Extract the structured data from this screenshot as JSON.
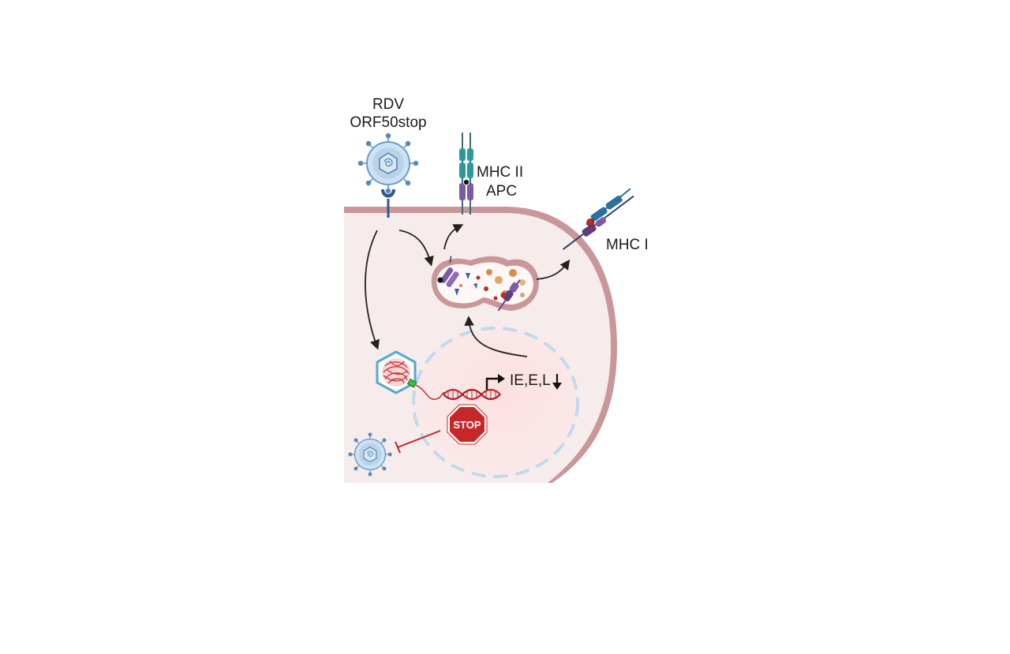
{
  "labels": {
    "virus_line1": "RDV",
    "virus_line2": "ORF50stop",
    "mhc2_line1": "MHC II",
    "mhc2_line2": "APC",
    "mhc1": "MHC I",
    "genes": "IE,E,L",
    "stop": "STOP"
  },
  "colors": {
    "membrane": "#c9979a",
    "cytoplasm": "#f7ecec",
    "nucleus": "#fbe3e3",
    "nucleus_dash": "#b9d3e6",
    "virion": "#9cc3e4",
    "capsid": "#55a9cc",
    "dna_red": "#c0282d",
    "mhc_teal": "#2a9aa0",
    "mhc_purple": "#7b5aa6",
    "mhc_blue": "#2a6f9e",
    "stop_red": "#c62828"
  },
  "icons": {
    "virion": "virion-icon",
    "receptor": "receptor-icon",
    "endosome": "endosome-icon",
    "capsid": "capsid-icon",
    "dna": "dna-helix-icon",
    "stop": "stop-sign-icon",
    "inhibition": "inhibition-arrow-icon",
    "down_arrow": "down-arrow-icon"
  }
}
